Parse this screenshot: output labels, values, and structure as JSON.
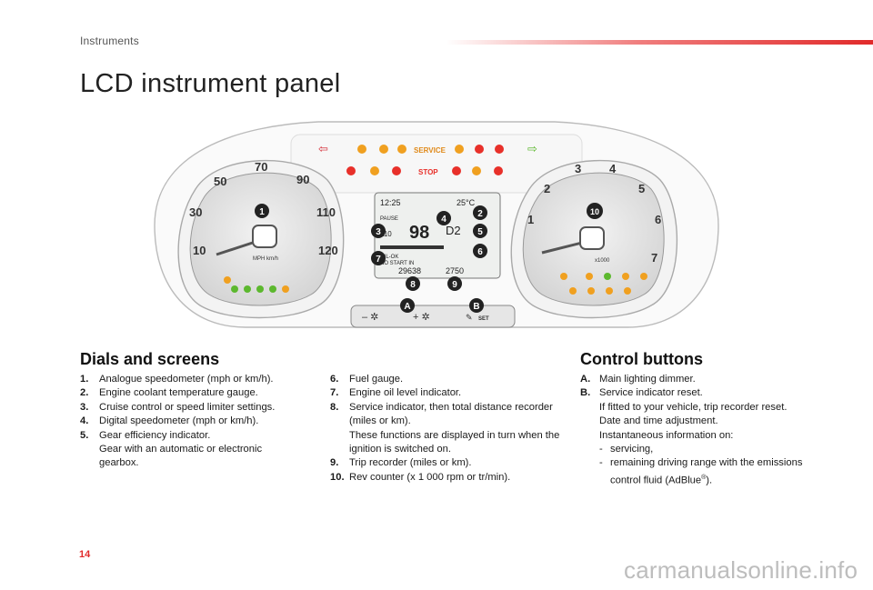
{
  "header": {
    "section": "Instruments",
    "title": "LCD instrument panel"
  },
  "figure": {
    "speedometer_ticks": [
      "10",
      "30",
      "50",
      "70",
      "90",
      "110",
      "120"
    ],
    "speed_unit": "MPH\nkm/h",
    "rev_ticks": [
      "1",
      "2",
      "3",
      "4",
      "5",
      "6",
      "7"
    ],
    "rev_unit": "x1000",
    "warnings": {
      "service": "SERVICE",
      "stop": "STOP"
    },
    "lcd": {
      "time": "12:25",
      "temp": "25°C",
      "pause": "PAUSE",
      "speed": "98",
      "gear": "D2",
      "odo1": "29638",
      "odo2": "2750",
      "oil": "OIL-OK",
      "nostart": "NO START IN",
      "cruise": "110"
    },
    "callouts": [
      "1",
      "2",
      "3",
      "4",
      "5",
      "6",
      "7",
      "8",
      "9",
      "10",
      "A",
      "B"
    ],
    "buttons": {
      "set": "SET"
    }
  },
  "dials": {
    "heading": "Dials and screens",
    "items_left": [
      {
        "num": "1.",
        "text": "Analogue speedometer (mph or km/h)."
      },
      {
        "num": "2.",
        "text": "Engine coolant temperature gauge."
      },
      {
        "num": "3.",
        "text": "Cruise control or speed limiter settings."
      },
      {
        "num": "4.",
        "text": "Digital speedometer (mph or km/h)."
      },
      {
        "num": "5.",
        "text": "Gear efficiency indicator.",
        "sub": "Gear with an automatic or electronic gearbox."
      }
    ],
    "items_right": [
      {
        "num": "6.",
        "text": "Fuel gauge."
      },
      {
        "num": "7.",
        "text": "Engine oil level indicator."
      },
      {
        "num": "8.",
        "text": "Service indicator, then total distance recorder (miles or km).",
        "sub": "These functions are displayed in turn when the ignition is switched on."
      },
      {
        "num": "9.",
        "text": "Trip recorder (miles or km)."
      },
      {
        "num": "10.",
        "text": "Rev counter (x 1 000 rpm or tr/min)."
      }
    ]
  },
  "controls": {
    "heading": "Control buttons",
    "a_num": "A.",
    "a_text": "Main lighting dimmer.",
    "b_num": "B.",
    "b_text": "Service indicator reset.",
    "b_sub1": "If fitted to your vehicle, trip recorder reset.",
    "b_sub2": "Date and time adjustment.",
    "b_sub3": "Instantaneous information on:",
    "b_dash1": "servicing,",
    "b_dash2": "remaining driving range with the emissions control fluid (AdBlue",
    "b_dash2_reg": "®",
    "b_dash2_end": ")."
  },
  "footer": {
    "page": "14",
    "watermark": "carmanualsonline.info"
  }
}
